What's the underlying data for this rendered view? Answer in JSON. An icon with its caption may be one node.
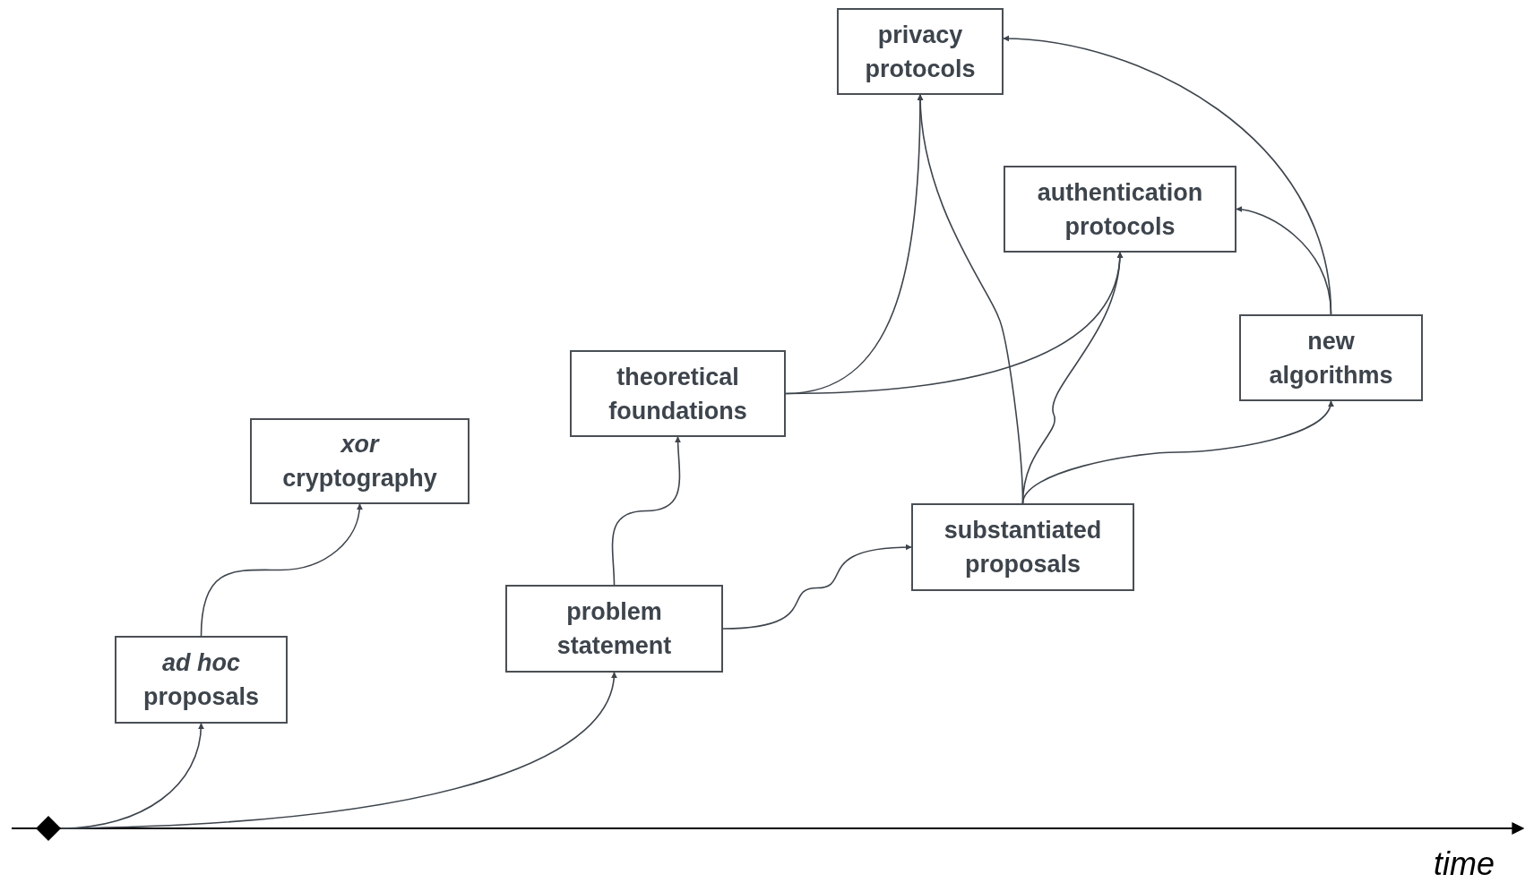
{
  "diagram": {
    "nodes": [
      {
        "text": [],
        "shape": "diamond"
      },
      {
        "text": [
          "*ad hoc* proposals"
        ]
      },
      {
        "text": [
          "*xor* cryptography"
        ]
      },
      {
        "text": [
          "problem statement"
        ]
      },
      {
        "text": [
          "theoretical foundations"
        ]
      },
      {
        "text": [
          "substantiated proposals"
        ]
      },
      {
        "text": [
          "privacy protocols"
        ]
      },
      {
        "text": [
          "authentication protocols"
        ]
      },
      {
        "text": [
          "new algorithms"
        ]
      }
    ],
    "edges": [
      {
        "from": 0,
        "to": 1,
        "arrow": "to"
      },
      {
        "from": 0,
        "to": 3,
        "arrow": "to"
      },
      {
        "from": 1,
        "to": 2,
        "arrow": "to"
      },
      {
        "from": 3,
        "to": 4,
        "arrow": "to"
      },
      {
        "from": 3,
        "to": 5,
        "arrow": "to"
      },
      {
        "from": 4,
        "to": 6,
        "arrow": "to"
      },
      {
        "from": 4,
        "to": 7,
        "arrow": "to"
      },
      {
        "from": 5,
        "to": 6,
        "arrow": "to"
      },
      {
        "from": 5,
        "to": 7,
        "arrow": "to"
      },
      {
        "from": 5,
        "to": 8,
        "arrow": "to"
      },
      {
        "from": 8,
        "to": 7,
        "arrow": "to"
      },
      {
        "from": 8,
        "to": 6,
        "arrow": "to"
      }
    ],
    "labels": [
      "time"
    ]
  }
}
